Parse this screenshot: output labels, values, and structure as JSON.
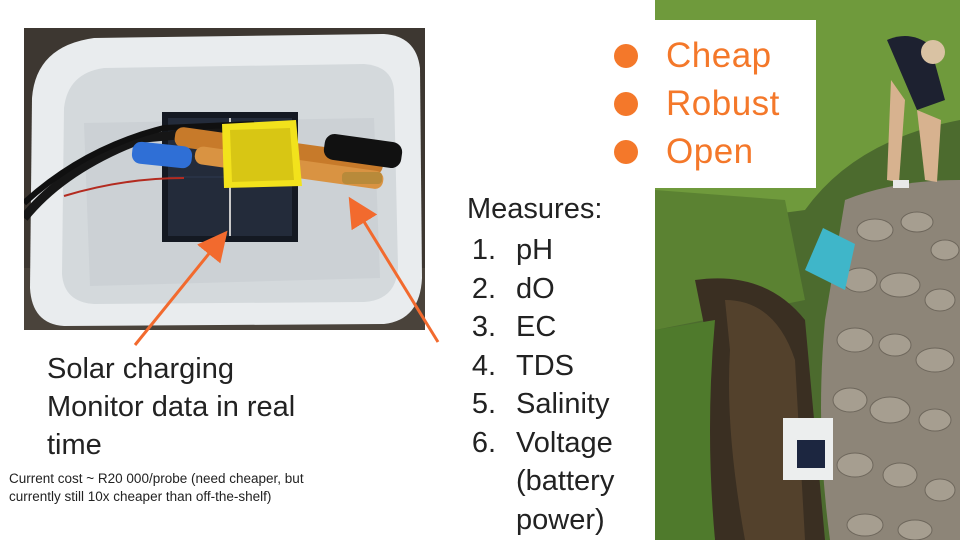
{
  "bullets": [
    {
      "label": "Cheap"
    },
    {
      "label": "Robust"
    },
    {
      "label": "Open"
    }
  ],
  "measures": {
    "heading": "Measures:",
    "items": [
      {
        "num": "1.",
        "label": "pH"
      },
      {
        "num": "2.",
        "label": "dO"
      },
      {
        "num": "3.",
        "label": "EC"
      },
      {
        "num": "4.",
        "label": "TDS"
      },
      {
        "num": "5.",
        "label": "Salinity"
      },
      {
        "num": "6.",
        "label": "Voltage (battery power)"
      }
    ]
  },
  "caption": {
    "line1": "Solar charging",
    "line2": "Monitor data in real time"
  },
  "cost_note": "Current  cost ~ R20 000/probe (need cheaper, but currently still 10x cheaper than off-the-shelf)",
  "colors": {
    "accent": "#f4782a",
    "text": "#222222",
    "arrow": "#f26a2e"
  }
}
